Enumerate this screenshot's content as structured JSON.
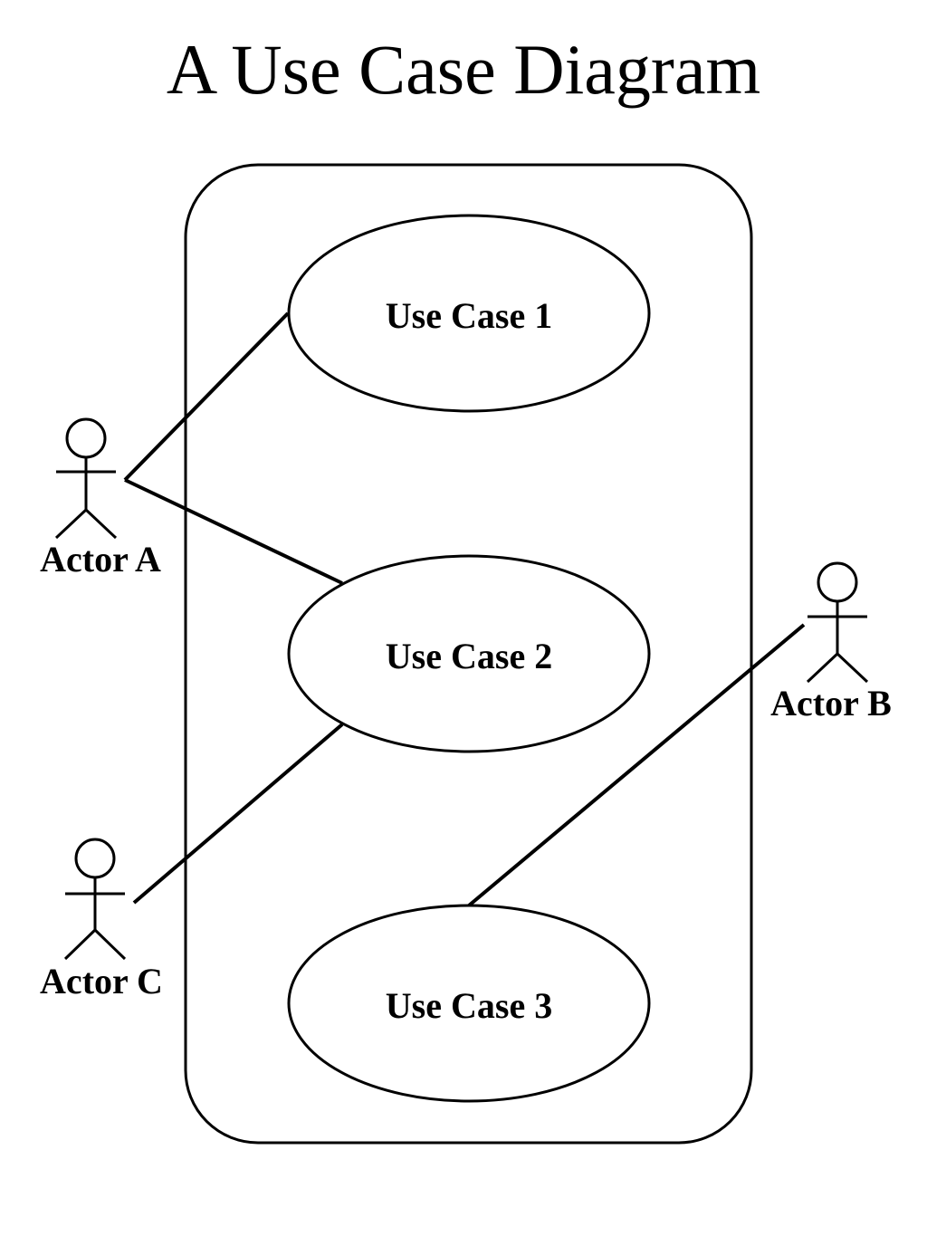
{
  "title": "A Use Case Diagram",
  "use_cases": [
    {
      "label": "Use Case 1"
    },
    {
      "label": "Use Case 2"
    },
    {
      "label": "Use Case 3"
    }
  ],
  "actors": [
    {
      "label": "Actor A"
    },
    {
      "label": "Actor B"
    },
    {
      "label": "Actor C"
    }
  ],
  "associations": [
    {
      "actor": "Actor A",
      "use_case": "Use Case 1"
    },
    {
      "actor": "Actor A",
      "use_case": "Use Case 2"
    },
    {
      "actor": "Actor C",
      "use_case": "Use Case 2"
    },
    {
      "actor": "Actor B",
      "use_case": "Use Case 3"
    }
  ]
}
